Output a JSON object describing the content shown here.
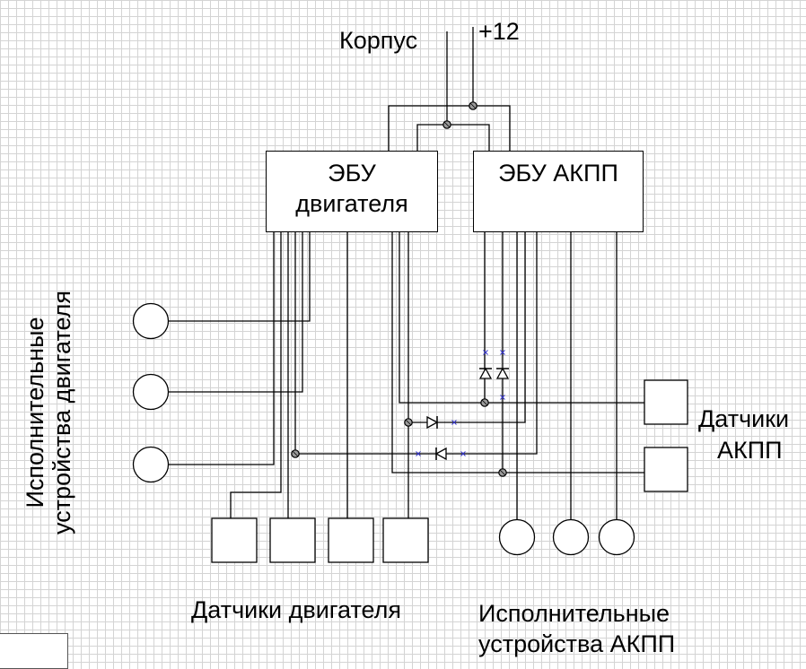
{
  "labels": {
    "ground": "Корпус",
    "plus12": "+12",
    "ecu_engine_line1": "ЭБУ",
    "ecu_engine_line2": "двигателя",
    "ecu_transmission": "ЭБУ АКПП",
    "engine_actuators_line1": "Исполнительные",
    "engine_actuators_line2": "устройства двигателя",
    "transmission_sensors_line1": "Датчики",
    "transmission_sensors_line2": "АКПП",
    "engine_sensors": "Датчики двигателя",
    "transmission_actuators_line1": "Исполнительные",
    "transmission_actuators_line2": "устройства АКПП"
  },
  "colors": {
    "wire": "#000000",
    "grid": "#d4d4d4",
    "marker": "#3333cc"
  }
}
